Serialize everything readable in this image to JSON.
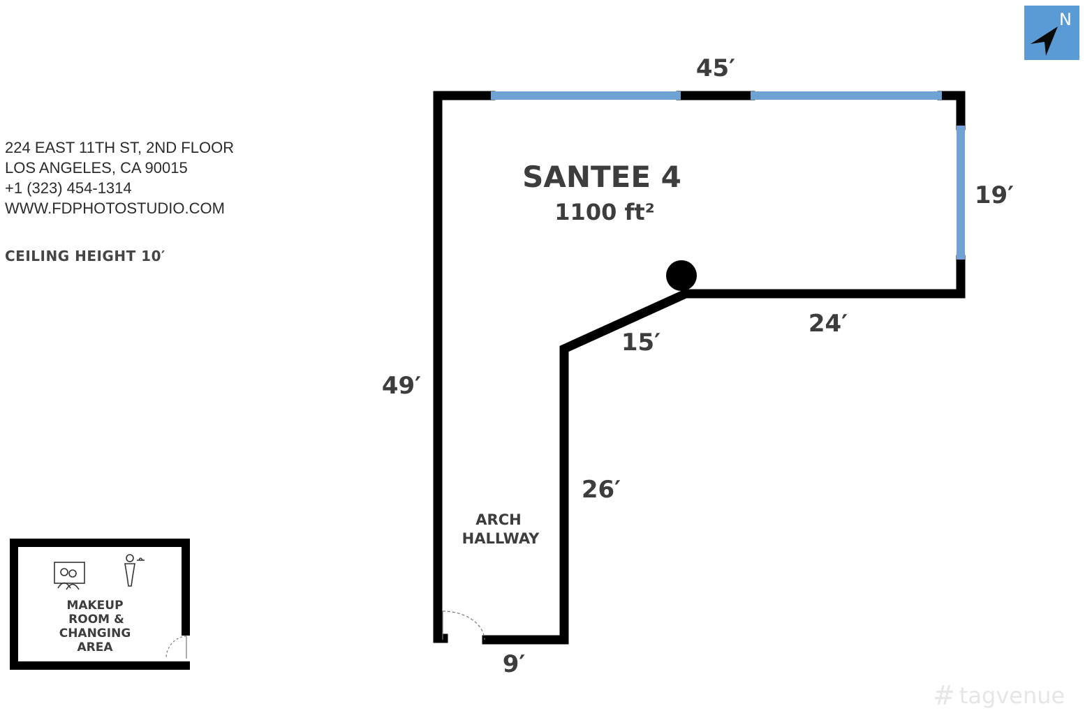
{
  "address": {
    "line1": "224 EAST 11TH ST, 2ND FLOOR",
    "line2": "LOS ANGELES, CA 90015",
    "phone": "+1 (323) 454-1314",
    "website": "WWW.FDPHOTOSTUDIO.COM"
  },
  "ceiling": "CEILING HEIGHT 10′",
  "room": {
    "name": "SANTEE 4",
    "area": "1100 ft²"
  },
  "dimensions": {
    "top": "45′",
    "right": "19′",
    "lower_right": "24′",
    "diagonal": "15′",
    "left": "49′",
    "inner": "26′",
    "bottom": "9′"
  },
  "hallway": {
    "line1": "ARCH",
    "line2": "HALLWAY"
  },
  "makeup": {
    "line1": "MAKEUP",
    "line2": "ROOM &",
    "line3": "CHANGING",
    "line4": "AREA"
  },
  "compass": {
    "label": "N"
  },
  "watermark": {
    "text": "tagvenue"
  },
  "colors": {
    "wall": "#000000",
    "window": "#6fa3d4",
    "compass_bg": "#5b9bd5",
    "text": "#3d3d3d"
  }
}
